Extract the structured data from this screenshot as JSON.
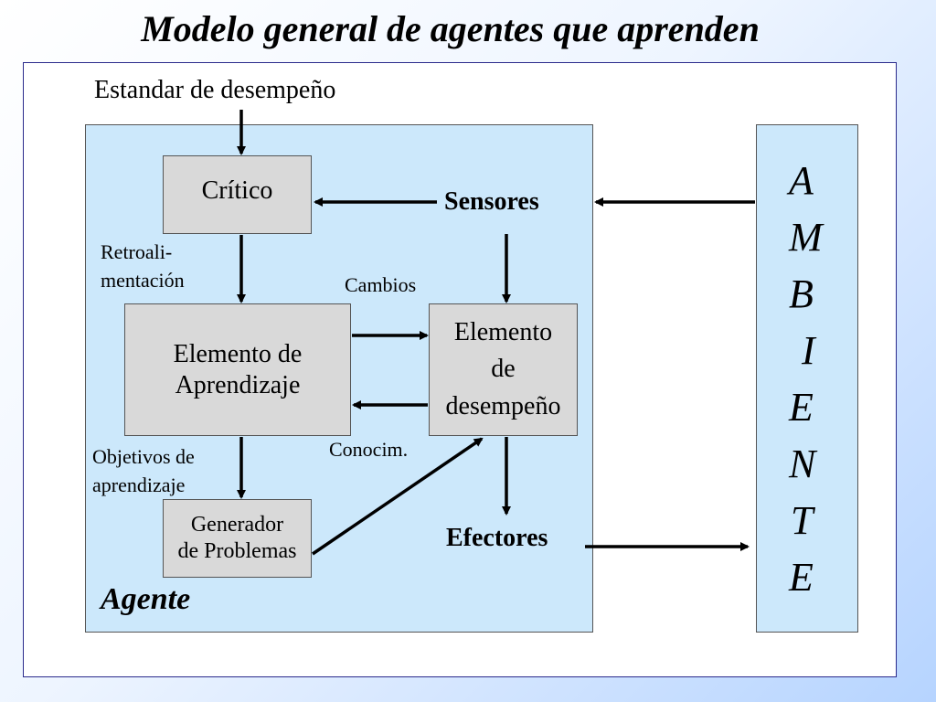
{
  "title": "Modelo general de agentes que aprenden",
  "labels": {
    "standard": "Estandar de desempeño",
    "sensors": "Sensores",
    "effectors": "Efectores",
    "feedback": "Retroali-\nmentación",
    "changes": "Cambios",
    "knowledge": "Conocim.",
    "learning_goals": "Objetivos de\naprendizaje",
    "agent": "Agente"
  },
  "boxes": {
    "critic": "Crítico",
    "learning_element": "Elemento de\nAprendizaje",
    "performance_element": "Elemento\nde\ndesempeño",
    "problem_generator": "Generador\nde Problemas"
  },
  "environment_letters": [
    "A",
    "M",
    "B",
    "I",
    "E",
    "N",
    "T",
    "E"
  ],
  "colors": {
    "region_fill": "#cce8fb",
    "box_fill": "#d9d9d9",
    "frame_border": "#2b2b8c",
    "arrow": "#000000"
  }
}
